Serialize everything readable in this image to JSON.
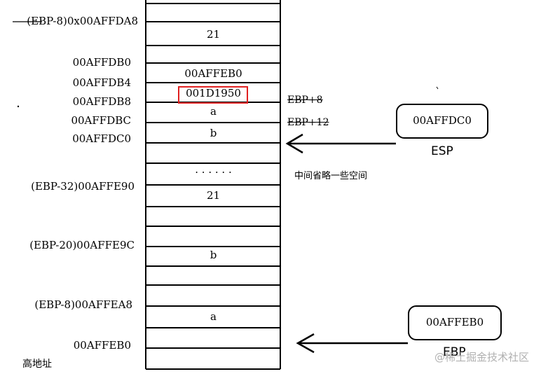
{
  "stack": {
    "row_values": {
      "top_21": "21",
      "feb0": "00AFFEB0",
      "ret": "001D1950",
      "a1": "a",
      "b1": "b",
      "dots": "· · · · · ·",
      "mid_21": "21",
      "b2": "b",
      "a2": "a"
    }
  },
  "addresses": {
    "top": "(EBP-8)0x00AFFDA8",
    "db0": "00AFFDB0",
    "db4": "00AFFDB4",
    "db8": "00AFFDB8",
    "dbc": "00AFFDBC",
    "dc0": "00AFFDC0",
    "e90": "(EBP-32)00AFFE90",
    "e9c": "(EBP-20)00AFFE9C",
    "ea8": "(EBP-8)00AFFEA8",
    "eb0": "00AFFEB0",
    "high": "高地址"
  },
  "annotations": {
    "ebp_plus_8": "EBP+8",
    "ebp_plus_12": "EBP+12",
    "omitted": "中间省略一些空间"
  },
  "registers": {
    "esp": {
      "value": "00AFFDC0",
      "label": "ESP"
    },
    "ebp": {
      "value": "00AFFEB0",
      "label": "EBP"
    }
  },
  "watermark": "@稀土掘金技术社区",
  "colors": {
    "highlight": "#e02020",
    "line": "#000000",
    "watermark": "#b0b0b0"
  }
}
